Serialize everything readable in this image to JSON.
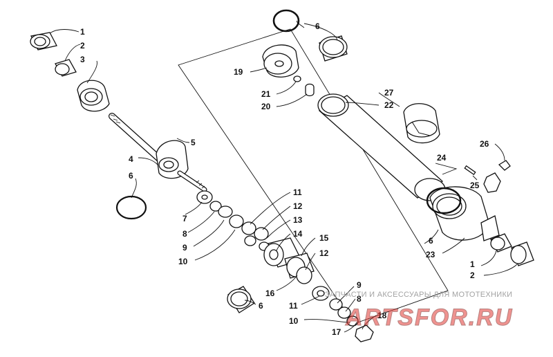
{
  "callouts": {
    "c1": "1",
    "c2": "2",
    "c3": "3",
    "c4": "4",
    "c5": "5",
    "c6": "6",
    "c7": "7",
    "c8": "8",
    "c9": "9",
    "c10": "10",
    "c11": "11",
    "c12": "12",
    "c13": "13",
    "c14": "14",
    "c15": "15",
    "c16": "16",
    "c17": "17",
    "c18": "18",
    "c19": "19",
    "c20": "20",
    "c21": "21",
    "c22": "22",
    "c23": "23",
    "c24": "24",
    "c25": "25",
    "c26": "26",
    "c27": "27"
  },
  "watermark": {
    "tagline": "ЗАПЧАСТИ И АКСЕССУАРЫ ДЛЯ МОТОТЕХНИКИ",
    "logo_text": "ARTSFOR.RU"
  },
  "colors": {
    "ink": "#111111",
    "watermark": "#a2a2a2",
    "logo": "#e23a34"
  }
}
